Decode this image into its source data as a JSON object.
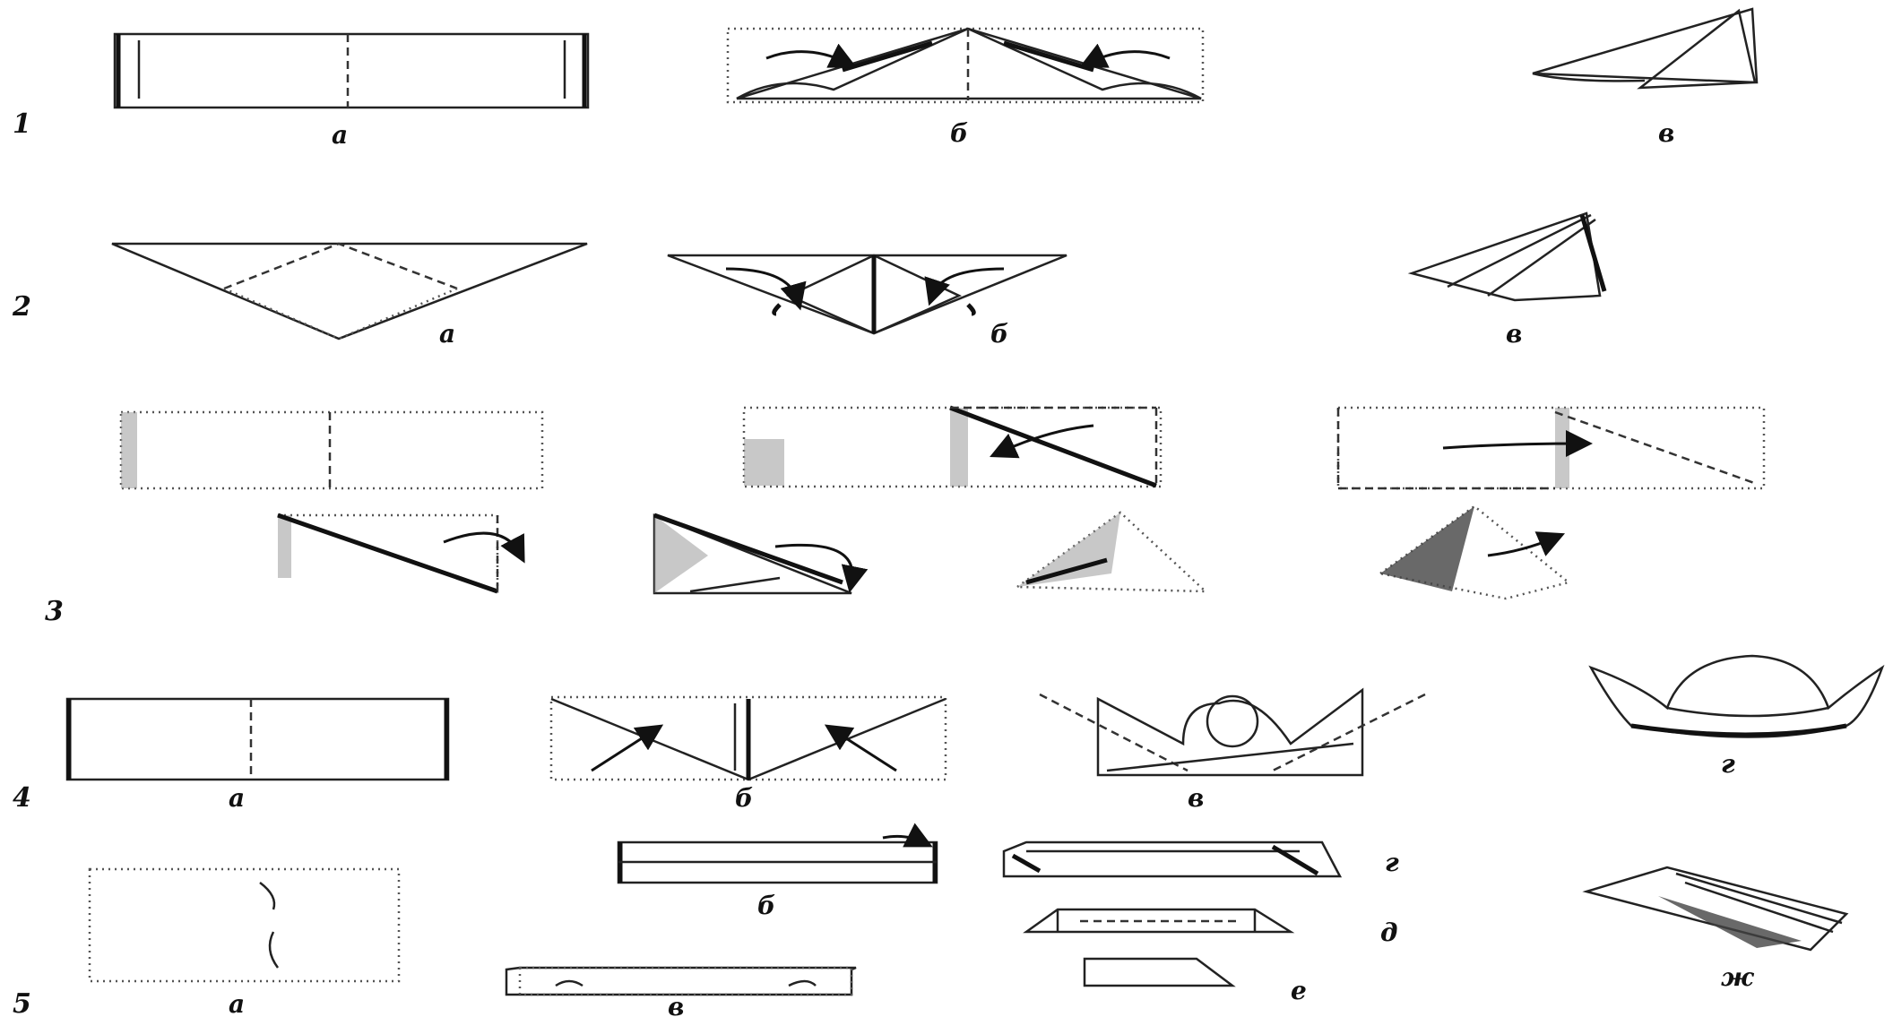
{
  "rows": [
    {
      "number": "1",
      "steps": [
        "а",
        "б",
        "в"
      ]
    },
    {
      "number": "2",
      "steps": [
        "а",
        "б",
        "в"
      ]
    },
    {
      "number": "3",
      "steps": []
    },
    {
      "number": "4",
      "steps": [
        "а",
        "б",
        "в",
        "г"
      ]
    },
    {
      "number": "5",
      "steps": [
        "а",
        "б",
        "в",
        "г",
        "д",
        "е",
        "ж"
      ]
    }
  ]
}
